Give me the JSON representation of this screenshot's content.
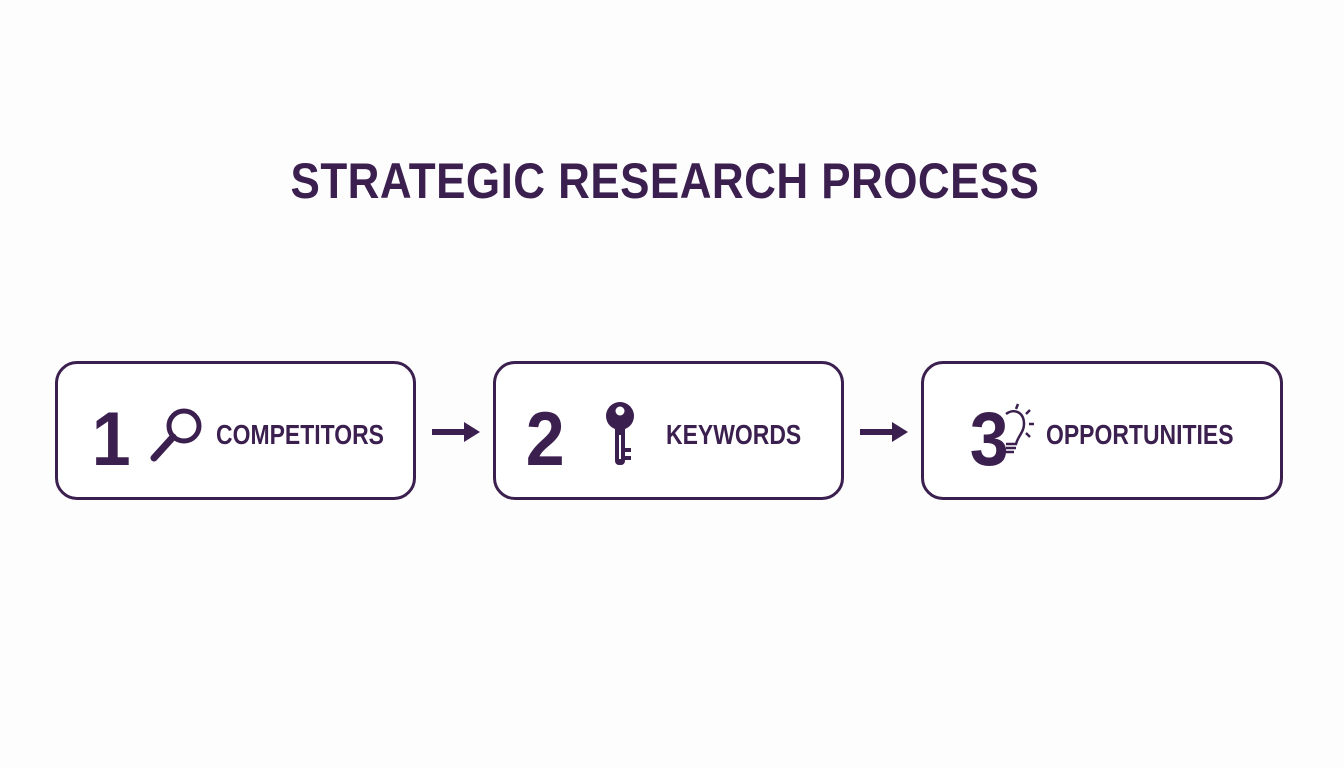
{
  "title": "STRATEGIC RESEARCH PROCESS",
  "steps": [
    {
      "number": "1",
      "icon": "magnifying-glass-icon",
      "label": "COMPETITORS"
    },
    {
      "number": "2",
      "icon": "key-icon",
      "label": "KEYWORDS"
    },
    {
      "number": "3",
      "icon": "lightbulb-icon",
      "label": "OPPORTUNITIES"
    }
  ],
  "colors": {
    "primary": "#3b1f4e",
    "background": "#fdfdfe"
  }
}
